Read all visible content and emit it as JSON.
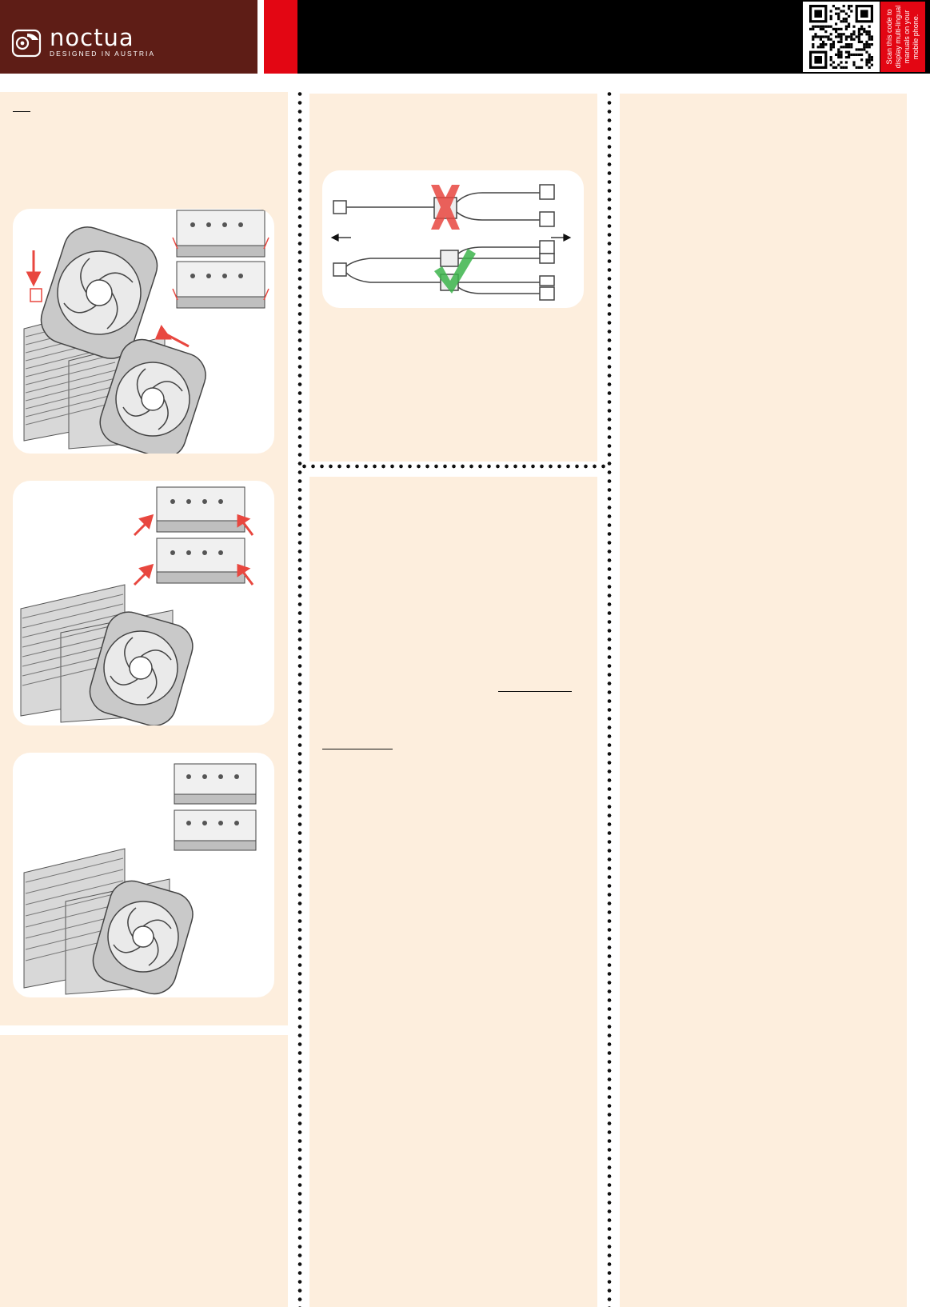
{
  "header": {
    "brand": "noctua",
    "tagline": "DESIGNED IN AUSTRIA",
    "qr_note": "Scan this code to display multi-lingual manuals on your mobile phone."
  },
  "colors": {
    "brand_maroon": "#5e1d16",
    "accent_red": "#e30613",
    "panel_cream": "#fdeedd",
    "check_green": "#3cb44b",
    "cross_red": "#e8473f"
  },
  "icons": [
    "noctua-owl-logo",
    "qr-code",
    "cross-mark-icon",
    "check-mark-icon",
    "arrow-left-icon",
    "arrow-right-icon"
  ]
}
